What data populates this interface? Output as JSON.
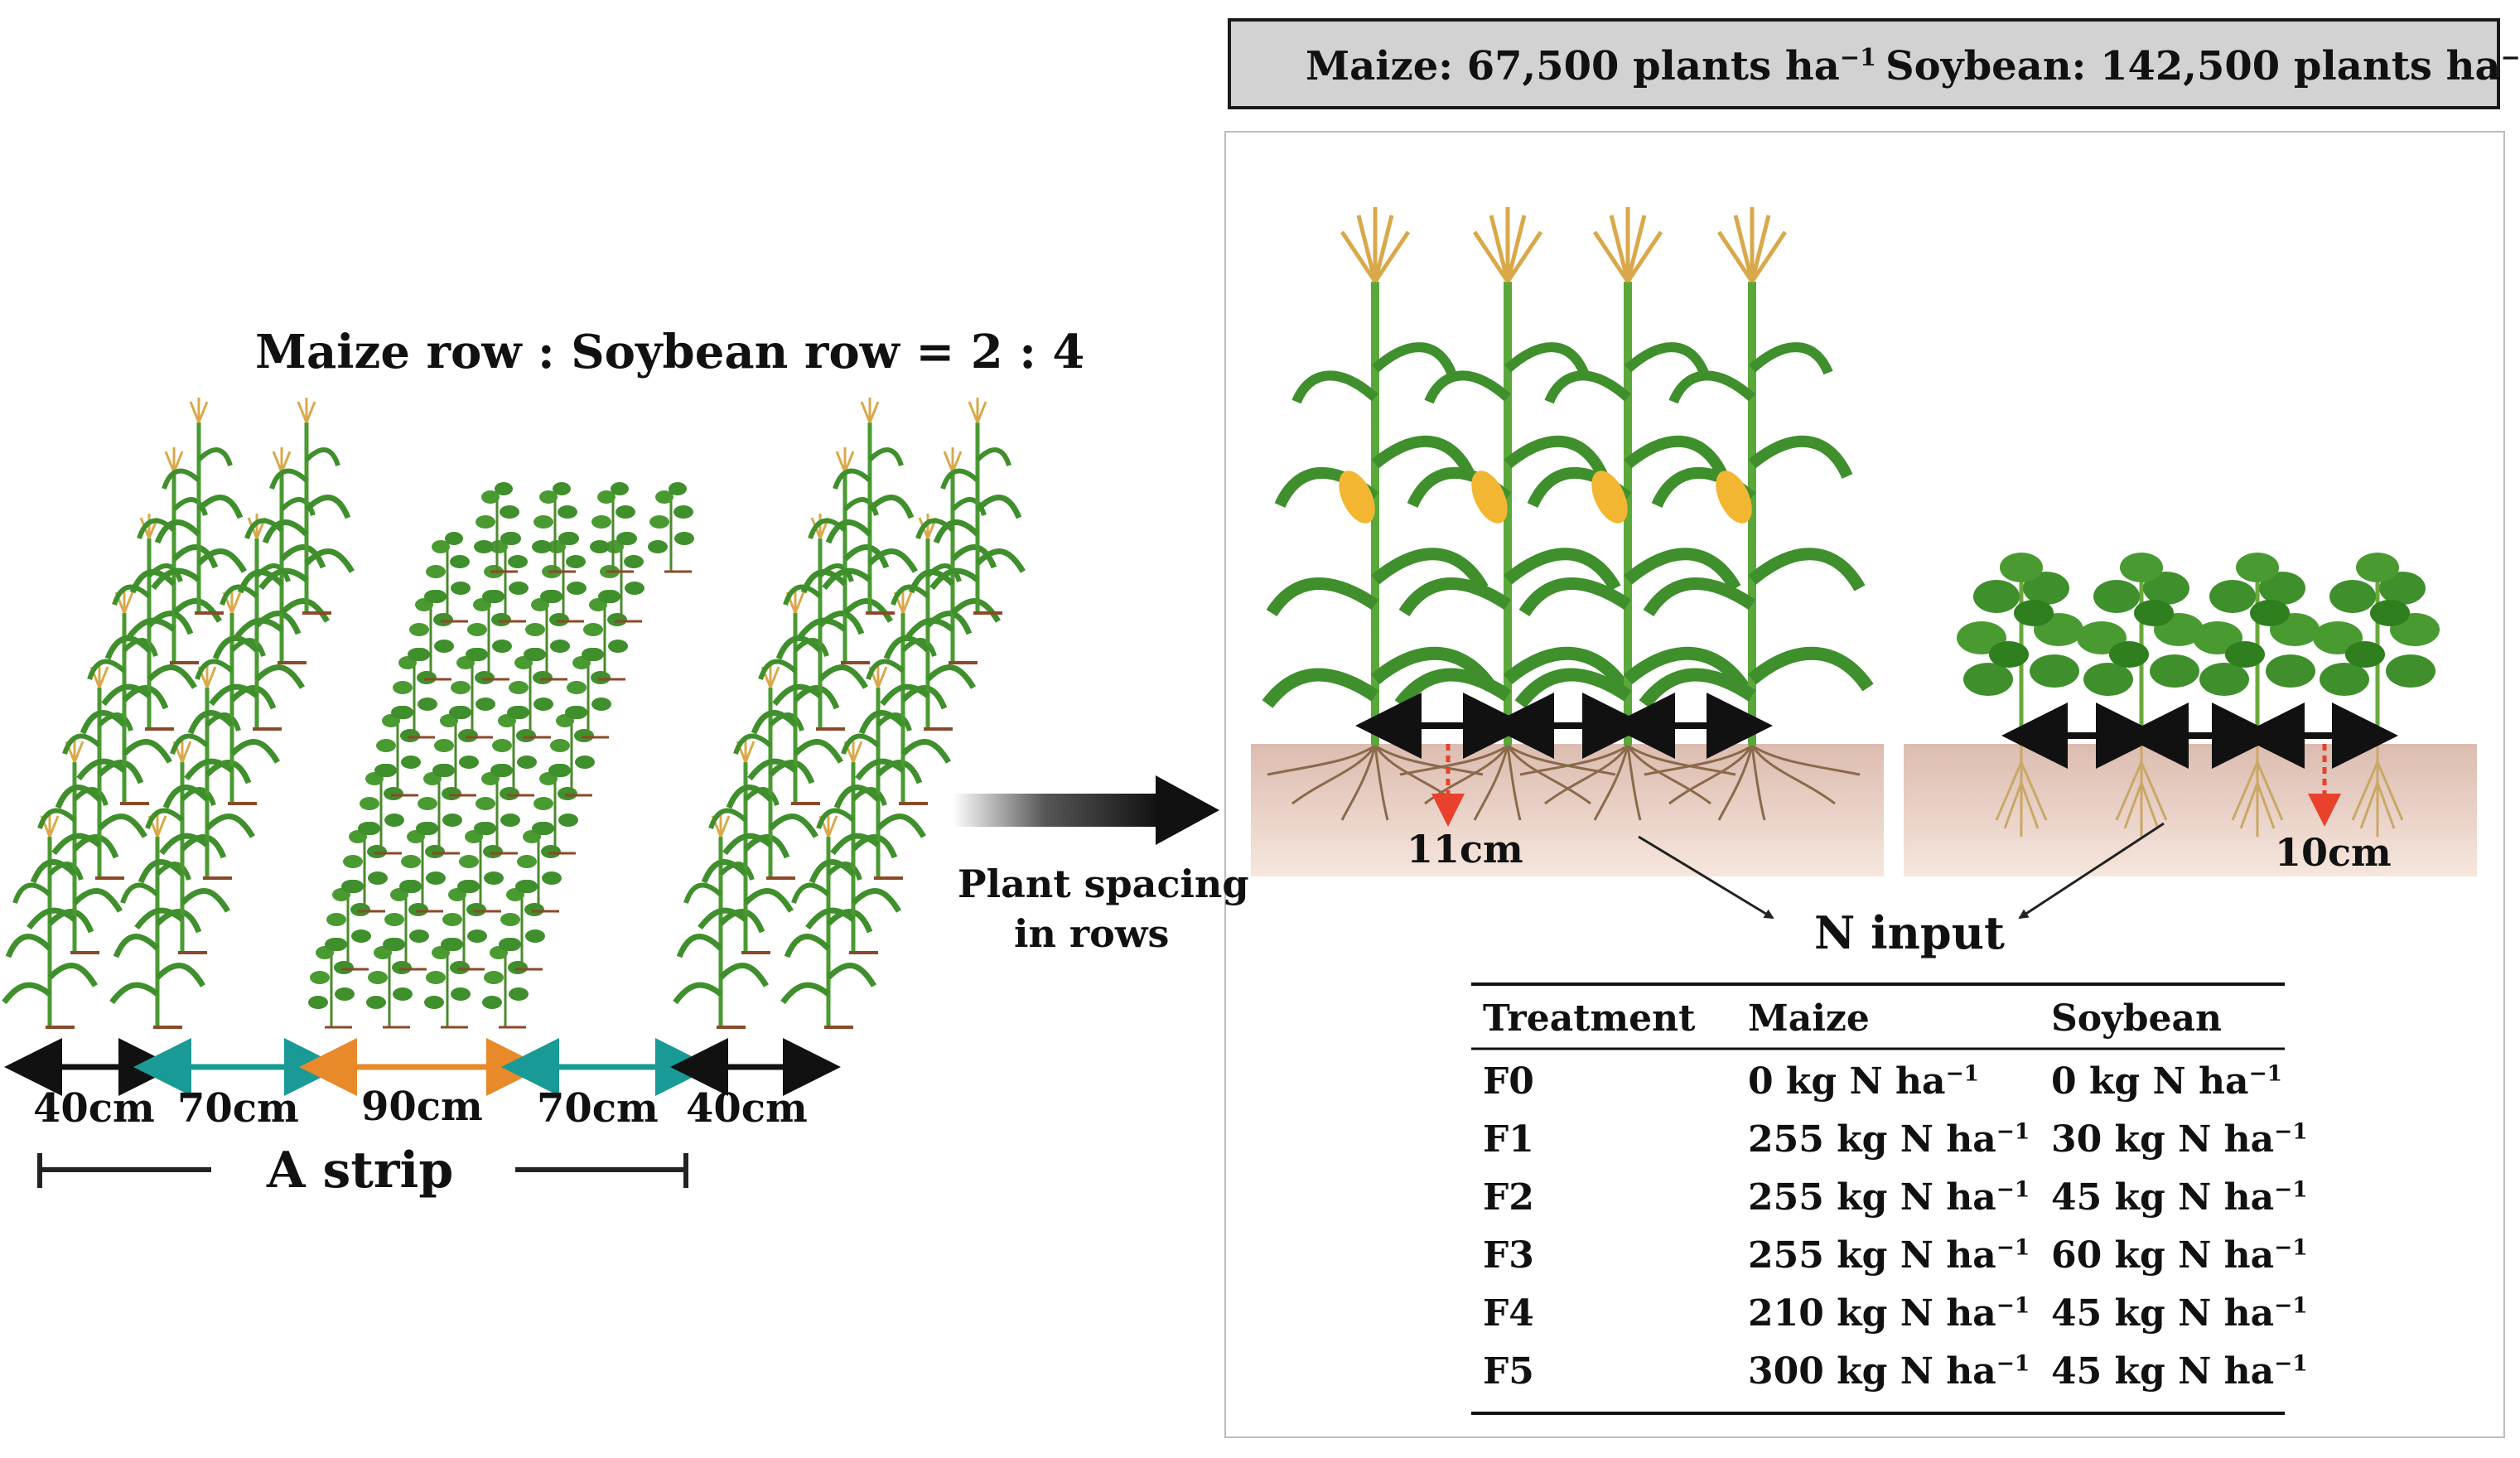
{
  "header": {
    "maize_density_label": "Maize: 67,500 plants ha",
    "soybean_density_label": "Soybean: 142,500 plants ha",
    "unit_exponent": "−1"
  },
  "left": {
    "title": "Maize row : Soybean row = 2 : 4",
    "widths": [
      "40cm",
      "70cm",
      "90cm",
      "70cm",
      "40cm"
    ],
    "strip_label": "A strip"
  },
  "arrow_caption": [
    "Plant spacing",
    "in rows"
  ],
  "right": {
    "maize_spacing": "11cm",
    "soybean_spacing": "10cm",
    "n_input_title": "N input"
  },
  "table": {
    "headers": [
      "Treatment",
      "Maize",
      "Soybean"
    ],
    "unit_exponent": "−1",
    "rows": [
      {
        "t": "F0",
        "maize": "0 kg N ha",
        "soy": "0 kg N ha"
      },
      {
        "t": "F1",
        "maize": "255 kg N ha",
        "soy": "30 kg N ha"
      },
      {
        "t": "F2",
        "maize": "255 kg N ha",
        "soy": "45 kg N ha"
      },
      {
        "t": "F3",
        "maize": "255 kg N ha",
        "soy": "60 kg N ha"
      },
      {
        "t": "F4",
        "maize": "210 kg N ha",
        "soy": "45 kg N ha"
      },
      {
        "t": "F5",
        "maize": "300 kg N ha",
        "soy": "45 kg N ha"
      }
    ]
  },
  "colors": {
    "leaf": "#3f8f2c",
    "leaf_dark": "#2f6f1f",
    "tassel": "#d9a84a",
    "cob": "#f2b632",
    "soil": "#ecd0c2",
    "root": "#8a6a4a",
    "teal": "#1a9a96",
    "orange": "#e8892a",
    "red_arrow": "#e8412c"
  }
}
